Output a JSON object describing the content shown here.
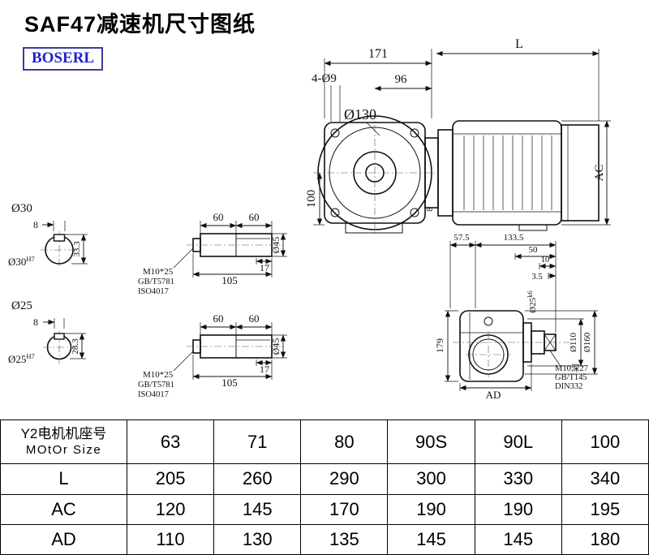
{
  "page": {
    "title": "SAF47减速机尺寸图纸",
    "brand": "BOSERL"
  },
  "front_view": {
    "dim_171": "171",
    "dim_l": "L",
    "dim_96": "96",
    "dim_4xd9": "4-Ø9",
    "dim_d130": "Ø130",
    "dim_100": "100",
    "dim_ac": "AC",
    "dim_8": "8"
  },
  "shaft_end_a": {
    "label": "Ø30",
    "fit_base": "Ø30",
    "fit_sup": "H7",
    "key_width": "8",
    "height": "33.3"
  },
  "shaft_end_b": {
    "label": "Ø25",
    "fit_base": "Ø25",
    "fit_sup": "H7",
    "key_width": "8",
    "height": "28.3"
  },
  "shaft_detail_a": {
    "dim_60_1": "60",
    "dim_60_2": "60",
    "dim_17": "17",
    "dim_105": "105",
    "dim_d45": "Ø45",
    "note_line1": "M10*25",
    "note_line2": "GB/T5781",
    "note_line3": "ISO4017"
  },
  "shaft_detail_b": {
    "dim_60_1": "60",
    "dim_60_2": "60",
    "dim_17": "17",
    "dim_105": "105",
    "dim_d45": "Ø45",
    "note_line1": "M10*25",
    "note_line2": "GB/T5781",
    "note_line3": "ISO4017"
  },
  "side_view": {
    "dim_57_5": "57.5",
    "dim_133_5": "133.5",
    "dim_50": "50",
    "dim_10": "10",
    "dim_3_5": "3.5",
    "fit_base": "Ø25",
    "fit_sup": "k6",
    "dim_d110": "Ø110",
    "dim_d160": "Ø160",
    "dim_179": "179",
    "dim_ad": "AD",
    "note_line1": "M10深27",
    "note_line2": "GB/T145",
    "note_line3": "DIN332"
  },
  "table": {
    "header_label_cn": "Y2电机机座号",
    "header_label_en": "MOtOr Size",
    "motor_sizes": [
      "63",
      "71",
      "80",
      "90S",
      "90L",
      "100"
    ],
    "rows": [
      {
        "label": "L",
        "values": [
          "205",
          "260",
          "290",
          "300",
          "330",
          "340"
        ]
      },
      {
        "label": "AC",
        "values": [
          "120",
          "145",
          "170",
          "190",
          "190",
          "195"
        ]
      },
      {
        "label": "AD",
        "values": [
          "110",
          "130",
          "135",
          "145",
          "145",
          "180"
        ]
      }
    ]
  }
}
